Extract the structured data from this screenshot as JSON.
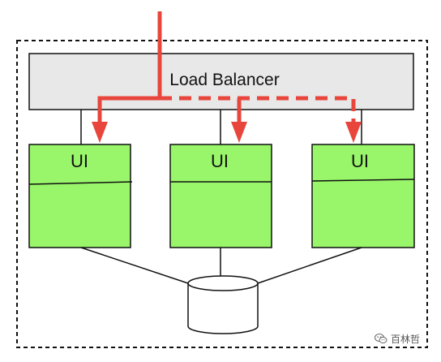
{
  "diagram": {
    "load_balancer_label": "Load Balancer",
    "ui_nodes": [
      {
        "label": "UI"
      },
      {
        "label": "UI"
      },
      {
        "label": "UI"
      }
    ],
    "database_label": "",
    "colors": {
      "border": "#111111",
      "load_balancer_fill": "#e8e8e8",
      "ui_fill": "#99f56a",
      "arrow": "#e8463c",
      "database_fill": "#ffffff"
    }
  },
  "watermark": {
    "icon": "wechat-icon",
    "text": "百林哲"
  }
}
